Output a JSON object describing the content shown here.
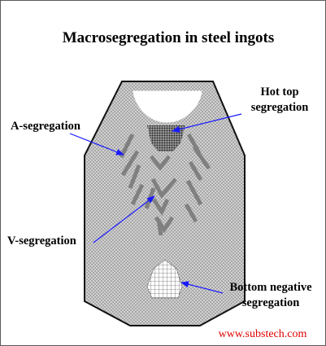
{
  "title": "Macrosegregation in steel ingots",
  "labels": {
    "hot_top_line1": "Hot top",
    "hot_top_line2": "segregation",
    "a_segregation": "A-segregation",
    "v_segregation": "V-segregation",
    "bottom_line1": "Bottom negative",
    "bottom_line2": "segregation"
  },
  "footer": {
    "website": "www.substech.com"
  },
  "colors": {
    "ingot_fill": "#c8c8c8",
    "segregation_streak": "#808080",
    "arrow": "#1a1aff",
    "website_text": "#e00000"
  }
}
